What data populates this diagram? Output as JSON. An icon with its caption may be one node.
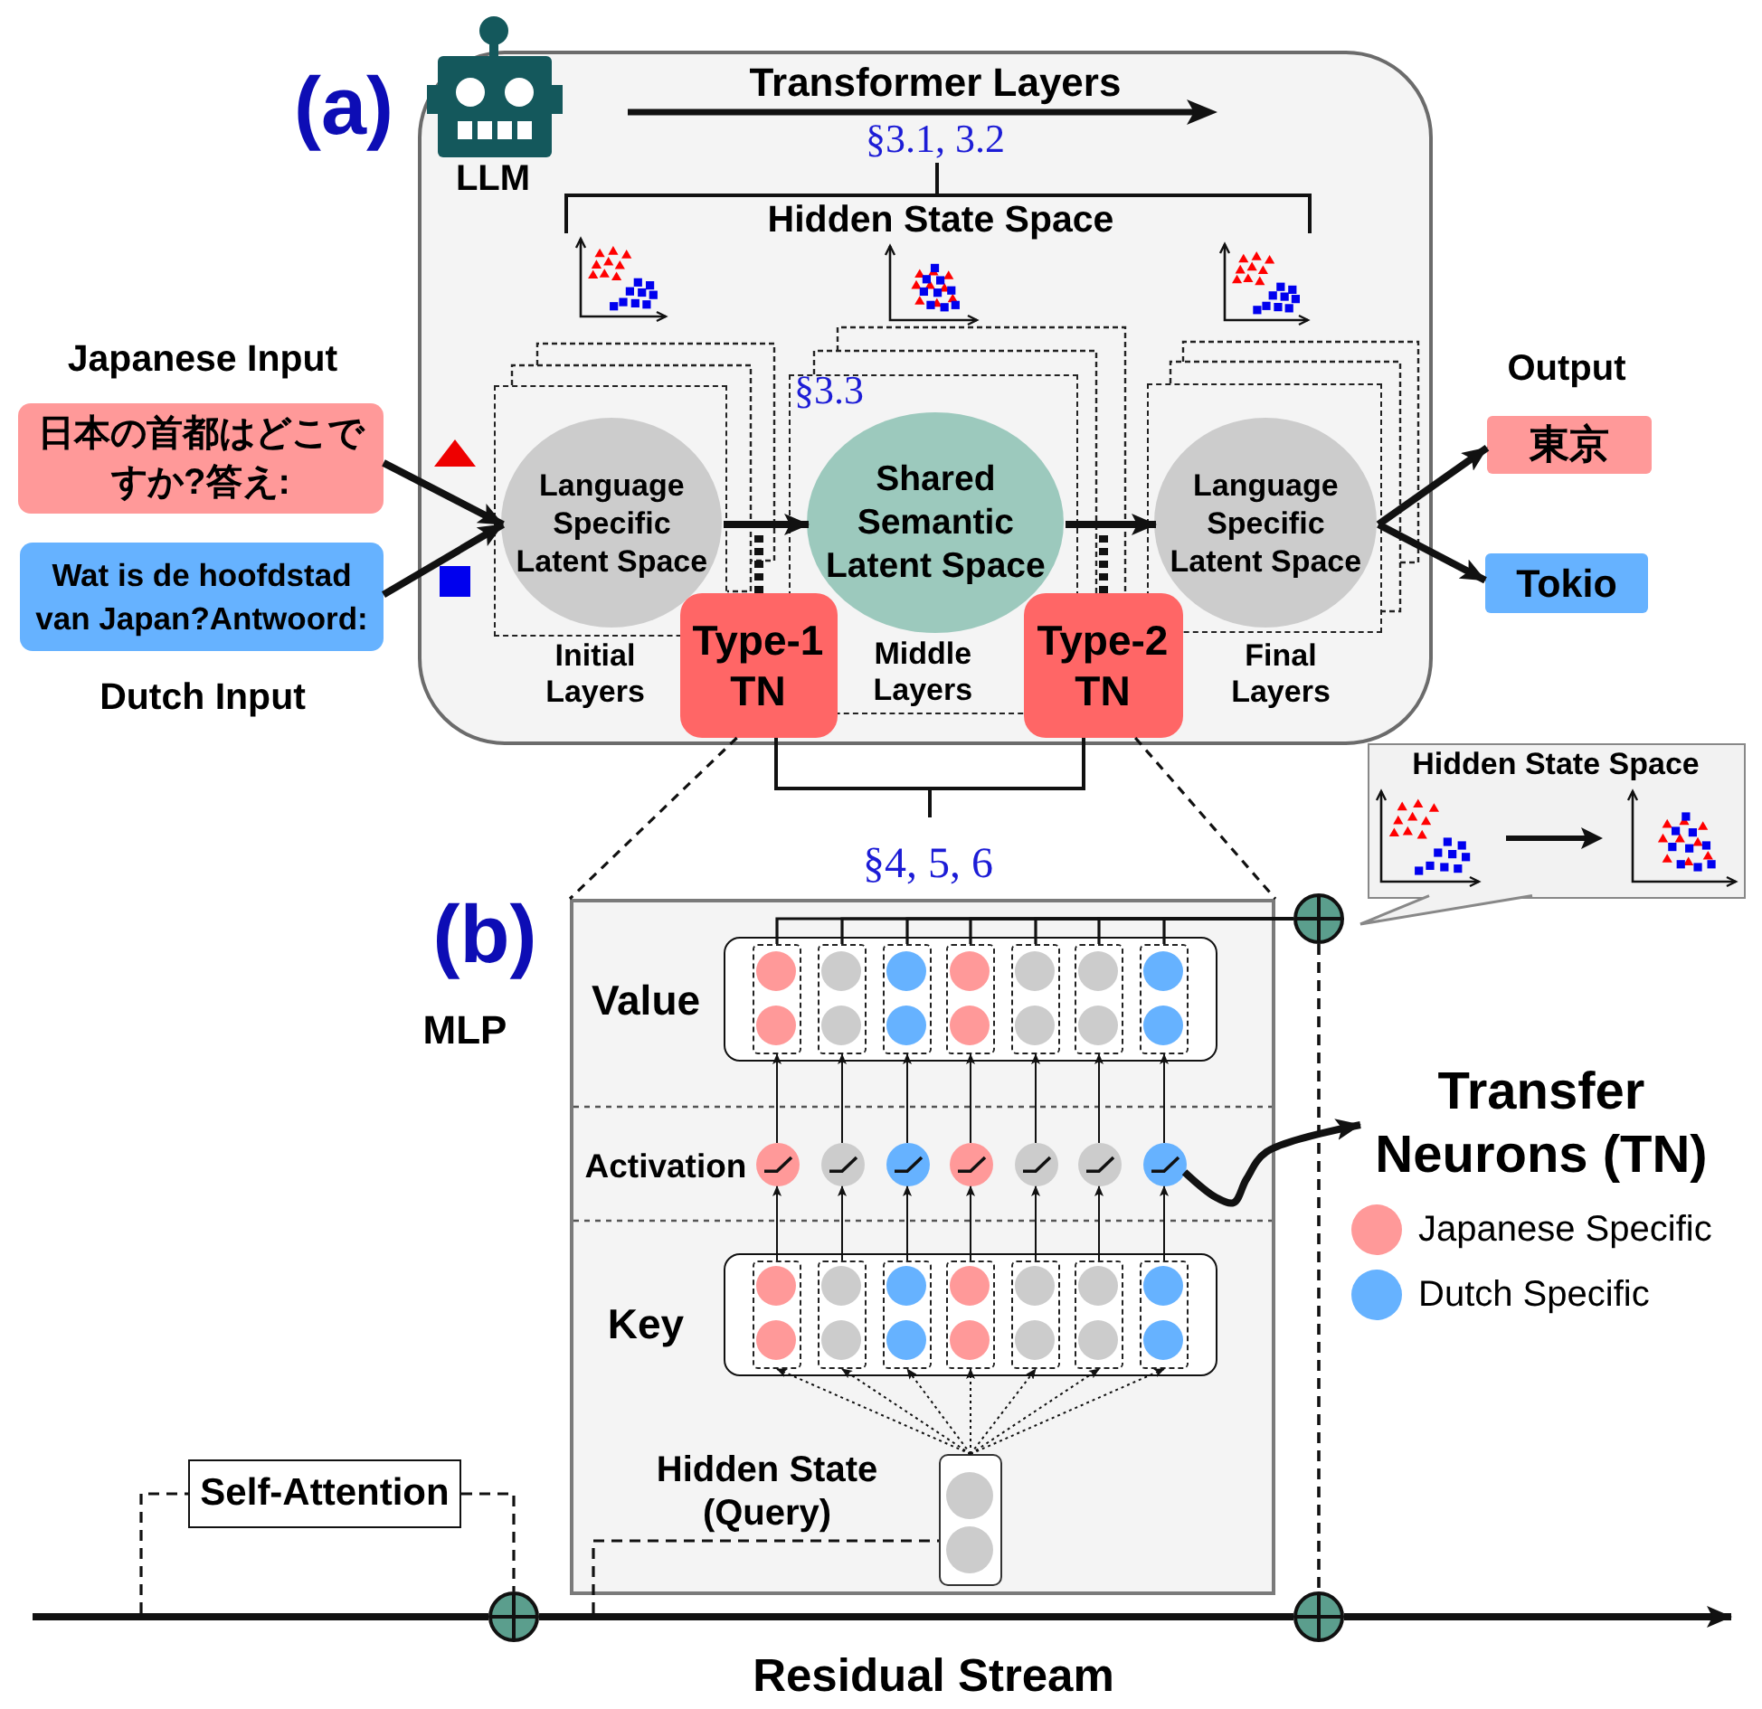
{
  "diagram": {
    "nodes": [
      {
        "text": [
          "LLM"
        ]
      },
      {
        "text": [
          "日本の首都はどこですか?答え:"
        ],
        "beside": [
          "Japanese Input"
        ]
      },
      {
        "text": [
          "Wat is de hoofdstad van Japan?Antwoord:"
        ],
        "beside": [
          "Dutch Input"
        ]
      },
      {
        "text": [],
        "shape": "box",
        "in": 0,
        "beside": [
          "Initial Layers"
        ]
      },
      {
        "text": [
          "Language Specific Latent Space"
        ],
        "in": 3
      },
      {
        "text": [
          "§3.3",
          "Middle Layers"
        ],
        "in": 0
      },
      {
        "text": [
          "Shared Semantic Latent Space"
        ],
        "in": 5
      },
      {
        "text": [],
        "shape": "box",
        "in": 0,
        "beside": [
          "Final Layers"
        ]
      },
      {
        "text": [
          "Language Specific Latent Space"
        ],
        "in": 7
      },
      {
        "text": [
          "Type-1 TN"
        ],
        "in": 0
      },
      {
        "text": [
          "Type-2 TN"
        ],
        "in": 0
      },
      {
        "text": [
          "東京"
        ],
        "beside": [
          "Output"
        ]
      },
      {
        "text": [
          "Tokio"
        ]
      },
      {
        "text": [
          "Hidden State Space"
        ]
      },
      {
        "text": [],
        "shape": "box",
        "beside": [
          "MLP"
        ]
      },
      {
        "text": [],
        "shape": "box",
        "in": 14,
        "beside": [
          "Value"
        ]
      },
      {
        "text": [],
        "shape": "box",
        "in": 15
      },
      {
        "text": [],
        "shape": "box",
        "in": 15
      },
      {
        "text": [],
        "shape": "box",
        "in": 15
      },
      {
        "text": [],
        "shape": "box",
        "in": 15
      },
      {
        "text": [],
        "shape": "box",
        "in": 15
      },
      {
        "text": [],
        "shape": "box",
        "in": 15
      },
      {
        "text": [],
        "shape": "box",
        "in": 15
      },
      {
        "text": [],
        "shape": "circle",
        "in": 14
      },
      {
        "text": [],
        "shape": "circle",
        "in": 14
      },
      {
        "text": [],
        "shape": "circle",
        "in": 14
      },
      {
        "text": [],
        "shape": "circle",
        "in": 14
      },
      {
        "text": [],
        "shape": "circle",
        "in": 14
      },
      {
        "text": [],
        "shape": "circle",
        "in": 14
      },
      {
        "text": [],
        "shape": "circle",
        "in": 14
      },
      {
        "text": [],
        "shape": "box",
        "in": 14,
        "beside": [
          "Key"
        ]
      },
      {
        "text": [],
        "shape": "box",
        "in": 30
      },
      {
        "text": [],
        "shape": "box",
        "in": 30
      },
      {
        "text": [],
        "shape": "box",
        "in": 30
      },
      {
        "text": [],
        "shape": "box",
        "in": 30
      },
      {
        "text": [],
        "shape": "box",
        "in": 30
      },
      {
        "text": [],
        "shape": "box",
        "in": 30
      },
      {
        "text": [],
        "shape": "box",
        "in": 30
      },
      {
        "text": [],
        "shape": "box",
        "in": 14,
        "beside": [
          "Hidden State (Query)"
        ]
      },
      {
        "text": [
          "Transfer Neurons (TN)"
        ]
      },
      {
        "text": [
          "Self-Attention"
        ]
      },
      {
        "text": [],
        "shape": "circle"
      },
      {
        "text": [],
        "shape": "circle"
      },
      {
        "text": [],
        "shape": "circle"
      }
    ],
    "edges": [
      {
        "from": 1,
        "to": 4,
        "arrow": "to",
        "style": "thick"
      },
      {
        "from": 2,
        "to": 4,
        "arrow": "to",
        "style": "thick"
      },
      {
        "from": 4,
        "to": 6,
        "arrow": "to",
        "style": "thick"
      },
      {
        "from": 6,
        "to": 8,
        "arrow": "to",
        "style": "thick"
      },
      {
        "from": 8,
        "to": 11,
        "arrow": "to",
        "style": "thick"
      },
      {
        "from": 8,
        "to": 12,
        "arrow": "to",
        "style": "thick"
      },
      {
        "from": 9,
        "to": null,
        "arrow": "none",
        "style": "dashed"
      },
      {
        "from": 10,
        "to": null,
        "arrow": "none",
        "style": "dashed"
      },
      {
        "from": 9,
        "to": 14,
        "arrow": "none",
        "style": "dashed"
      },
      {
        "from": 10,
        "to": 14,
        "arrow": "none",
        "style": "dashed"
      },
      {
        "from": 38,
        "to": 31,
        "arrow": "to",
        "style": "dashed"
      },
      {
        "from": 38,
        "to": 32,
        "arrow": "to",
        "style": "dashed"
      },
      {
        "from": 38,
        "to": 33,
        "arrow": "to",
        "style": "dashed"
      },
      {
        "from": 38,
        "to": 34,
        "arrow": "to",
        "style": "dashed"
      },
      {
        "from": 38,
        "to": 35,
        "arrow": "to",
        "style": "dashed"
      },
      {
        "from": 38,
        "to": 36,
        "arrow": "to",
        "style": "dashed"
      },
      {
        "from": 38,
        "to": 37,
        "arrow": "to",
        "style": "dashed"
      },
      {
        "from": 31,
        "to": 23,
        "arrow": "to"
      },
      {
        "from": 32,
        "to": 24,
        "arrow": "to"
      },
      {
        "from": 33,
        "to": 25,
        "arrow": "to"
      },
      {
        "from": 34,
        "to": 26,
        "arrow": "to"
      },
      {
        "from": 35,
        "to": 27,
        "arrow": "to"
      },
      {
        "from": 36,
        "to": 28,
        "arrow": "to"
      },
      {
        "from": 37,
        "to": 29,
        "arrow": "to"
      },
      {
        "from": 23,
        "to": 16,
        "arrow": "to"
      },
      {
        "from": 24,
        "to": 17,
        "arrow": "to"
      },
      {
        "from": 25,
        "to": 18,
        "arrow": "to"
      },
      {
        "from": 26,
        "to": 19,
        "arrow": "to"
      },
      {
        "from": 27,
        "to": 20,
        "arrow": "to"
      },
      {
        "from": 28,
        "to": 21,
        "arrow": "to"
      },
      {
        "from": 29,
        "to": 22,
        "arrow": "to"
      },
      {
        "from": 16,
        "to": 41,
        "arrow": "none"
      },
      {
        "from": 17,
        "to": 41,
        "arrow": "none"
      },
      {
        "from": 18,
        "to": 41,
        "arrow": "none"
      },
      {
        "from": 19,
        "to": 41,
        "arrow": "none"
      },
      {
        "from": 20,
        "to": 41,
        "arrow": "none"
      },
      {
        "from": 21,
        "to": 41,
        "arrow": "none"
      },
      {
        "from": 22,
        "to": 41,
        "arrow": "none"
      },
      {
        "from": 29,
        "to": 39,
        "arrow": "to",
        "style": "thick"
      },
      {
        "from": 41,
        "to": 43,
        "arrow": "none",
        "style": "dashed"
      },
      {
        "from": null,
        "to": 42,
        "arrow": "none",
        "style": "thick"
      },
      {
        "from": 42,
        "to": 43,
        "arrow": "none",
        "style": "thick"
      },
      {
        "from": 43,
        "to": null,
        "arrow": "to",
        "style": "thick"
      },
      {
        "from": null,
        "to": 40,
        "arrow": "none",
        "style": "dashed"
      },
      {
        "from": 40,
        "to": 42,
        "arrow": "none",
        "style": "dashed"
      },
      {
        "from": null,
        "to": 38,
        "arrow": "none",
        "style": "dashed"
      }
    ],
    "labels": [
      "(a)",
      "Transformer Layers",
      "§3.1, 3.2",
      "Hidden State Space",
      "§4, 5, 6",
      "(b)",
      "Activation",
      "Residual Stream"
    ],
    "legend": [
      {
        "text": "Japanese Specific",
        "color": "#ff9999"
      },
      {
        "text": "Dutch Specific",
        "color": "#66b2ff"
      }
    ]
  }
}
